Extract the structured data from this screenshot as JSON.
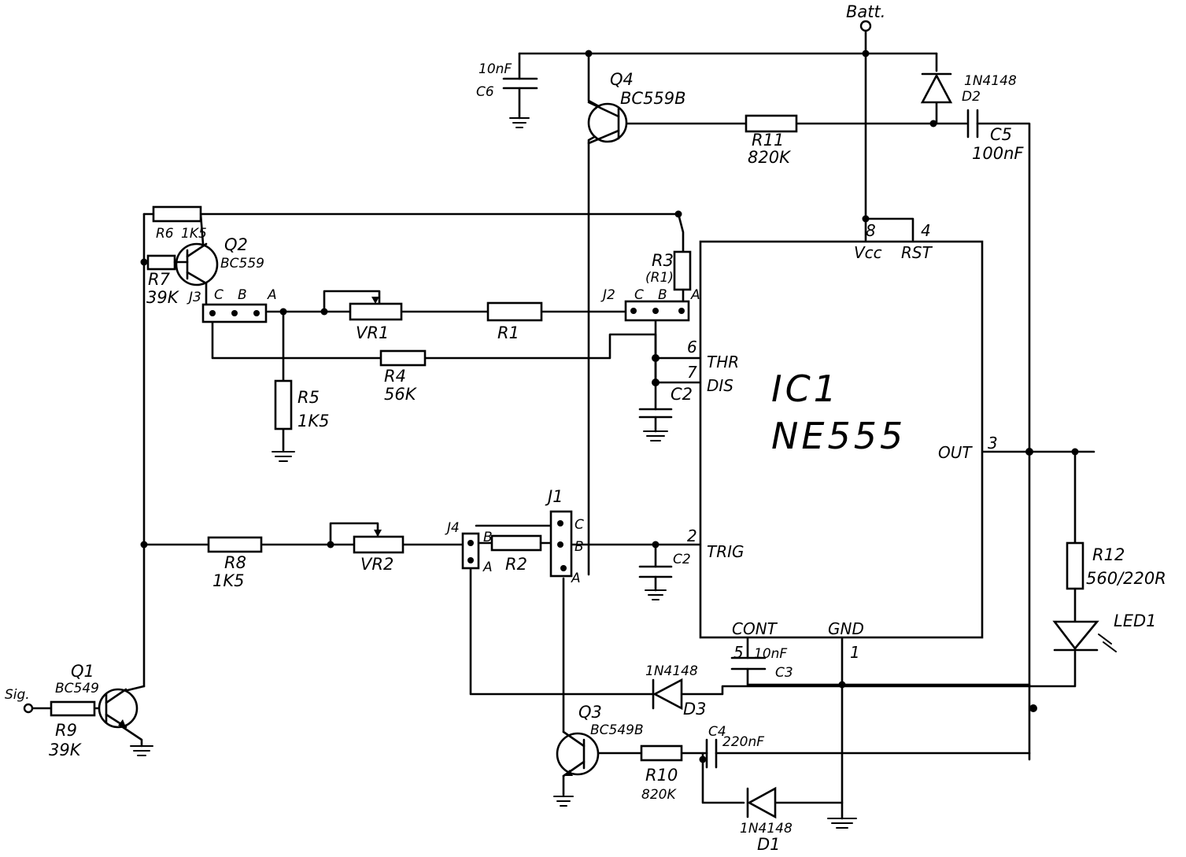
{
  "ic": {
    "ref": "IC1",
    "part": "NE555"
  },
  "pins": {
    "vcc": {
      "num": "8",
      "name": "Vcc"
    },
    "rst": {
      "num": "4",
      "name": "RST"
    },
    "thr": {
      "num": "6",
      "name": "THR"
    },
    "dis": {
      "num": "7",
      "name": "DIS"
    },
    "trig": {
      "num": "2",
      "name": "TRIG"
    },
    "out": {
      "num": "3",
      "name": "OUT"
    },
    "cont": {
      "num": "5",
      "name": "CONT"
    },
    "gnd": {
      "num": "1",
      "name": "GND"
    }
  },
  "supply": {
    "batt": "Batt."
  },
  "input": {
    "sig": "Sig."
  },
  "components": {
    "c6": {
      "ref": "C6",
      "value": "10nF"
    },
    "q4": {
      "ref": "Q4",
      "part": "BC559B"
    },
    "r11": {
      "ref": "R11",
      "value": "820K"
    },
    "d2": {
      "ref": "D2",
      "part": "1N4148"
    },
    "c5": {
      "ref": "C5",
      "value": "100nF"
    },
    "r6": {
      "ref": "R6",
      "value": "1K5"
    },
    "q2": {
      "ref": "Q2",
      "part": "BC559"
    },
    "r7": {
      "ref": "R7",
      "value": "39K"
    },
    "r3": {
      "ref": "R3",
      "value": "(R1)"
    },
    "vr1": {
      "ref": "VR1"
    },
    "r1": {
      "ref": "R1"
    },
    "r4": {
      "ref": "R4",
      "value": "56K"
    },
    "r5": {
      "ref": "R5",
      "value": "1K5"
    },
    "c2a": {
      "ref": "C2"
    },
    "c2b": {
      "ref": "C2"
    },
    "r8": {
      "ref": "R8",
      "value": "1K5"
    },
    "vr2": {
      "ref": "VR2"
    },
    "r2": {
      "ref": "R2"
    },
    "c3": {
      "ref": "C3",
      "value": "10nF"
    },
    "d3": {
      "ref": "D3",
      "part": "1N4148"
    },
    "q1": {
      "ref": "Q1",
      "part": "BC549"
    },
    "r9": {
      "ref": "R9",
      "value": "39K"
    },
    "q3": {
      "ref": "Q3",
      "part": "BC549B"
    },
    "r10": {
      "ref": "R10",
      "value": "820K"
    },
    "c4": {
      "ref": "C4",
      "value": "220nF"
    },
    "d1": {
      "ref": "D1",
      "part": "1N4148"
    },
    "r12": {
      "ref": "R12",
      "value": "560/220R"
    },
    "led1": {
      "ref": "LED1"
    }
  },
  "jumpers": {
    "j1": {
      "ref": "J1",
      "pins": [
        "C",
        "B",
        "A"
      ]
    },
    "j2": {
      "ref": "J2",
      "pins": [
        "C",
        "B",
        "A"
      ]
    },
    "j3": {
      "ref": "J3",
      "pins": [
        "C",
        "B",
        "A"
      ]
    },
    "j4": {
      "ref": "J4",
      "pins": [
        "B",
        "A"
      ]
    }
  }
}
